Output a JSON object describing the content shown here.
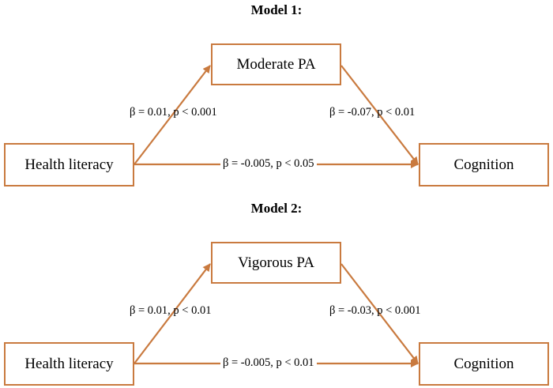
{
  "colors": {
    "stroke": "#c97a3f"
  },
  "models": [
    {
      "title": "Model 1:",
      "predictor": "Health literacy",
      "mediator": "Moderate PA",
      "outcome": "Cognition",
      "path_a": "β = 0.01, p < 0.001",
      "path_b": "β = -0.07, p < 0.01",
      "path_c": "β = -0.005, p < 0.05"
    },
    {
      "title": "Model 2:",
      "predictor": "Health literacy",
      "mediator": "Vigorous PA",
      "outcome": "Cognition",
      "path_a": "β = 0.01, p < 0.01",
      "path_b": "β = -0.03, p < 0.001",
      "path_c": "β = -0.005, p < 0.01"
    }
  ]
}
